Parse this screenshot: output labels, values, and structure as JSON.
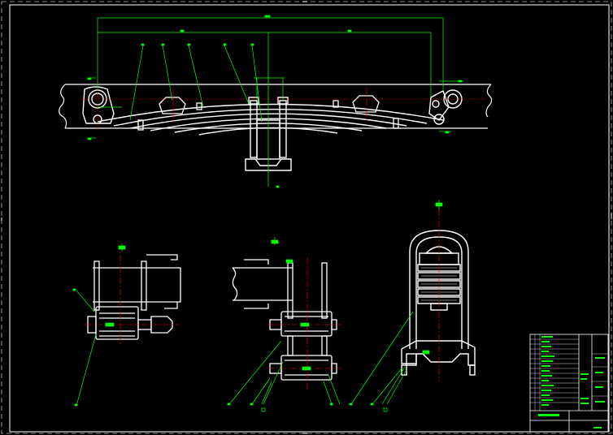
{
  "drawing": {
    "background": "#000000",
    "colors": {
      "outline": "#ffffff",
      "dimension": "#00ff00",
      "centerline": "#ff0000"
    },
    "views": [
      {
        "name": "leaf-spring-front-elevation"
      },
      {
        "name": "spring-bracket-side-view"
      },
      {
        "name": "shackle-side-view"
      },
      {
        "name": "axle-clamp-section-view"
      }
    ],
    "title_block": {
      "present": true
    }
  }
}
